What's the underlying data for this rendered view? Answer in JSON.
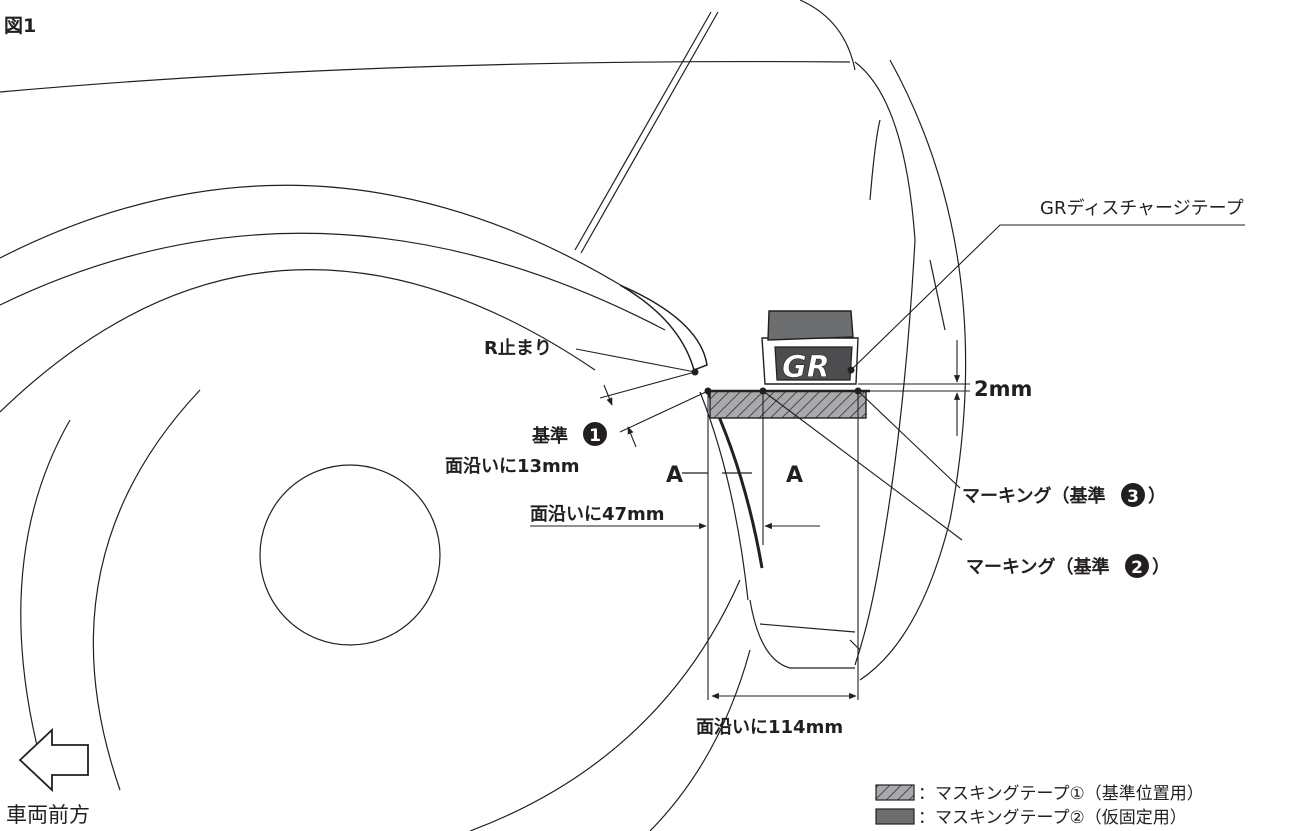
{
  "figure": {
    "label": "図1"
  },
  "labels": {
    "gr_discharge_tape": "GRディスチャージテープ",
    "r_stop": "R止まり",
    "reference": "基準",
    "ref1_number": "1",
    "along_surface_13mm": "面沿いに13mm",
    "along_surface_47mm": "面沿いに47mm",
    "along_surface_114mm": "面沿いに114mm",
    "gap_2mm": "2mm",
    "section_a_left": "A",
    "section_a_right": "A",
    "marking_ref3_prefix": "マーキング（基準",
    "marking_ref3_number": "3",
    "marking_ref3_suffix": "）",
    "marking_ref2_prefix": "マーキング（基準",
    "marking_ref2_number": "2",
    "marking_ref2_suffix": "）",
    "vehicle_front": "車両前方",
    "gr_logo": "GR"
  },
  "legend": {
    "masking_tape_1": "：マスキングテープ①（基準位置用）",
    "masking_tape_2": "：マスキングテープ②（仮固定用）"
  },
  "colors": {
    "line": "#231f20",
    "tape_grey": "#6d6e70",
    "tape_dark": "#4d4d4f",
    "hatch_bg": "#a7a9ac"
  }
}
